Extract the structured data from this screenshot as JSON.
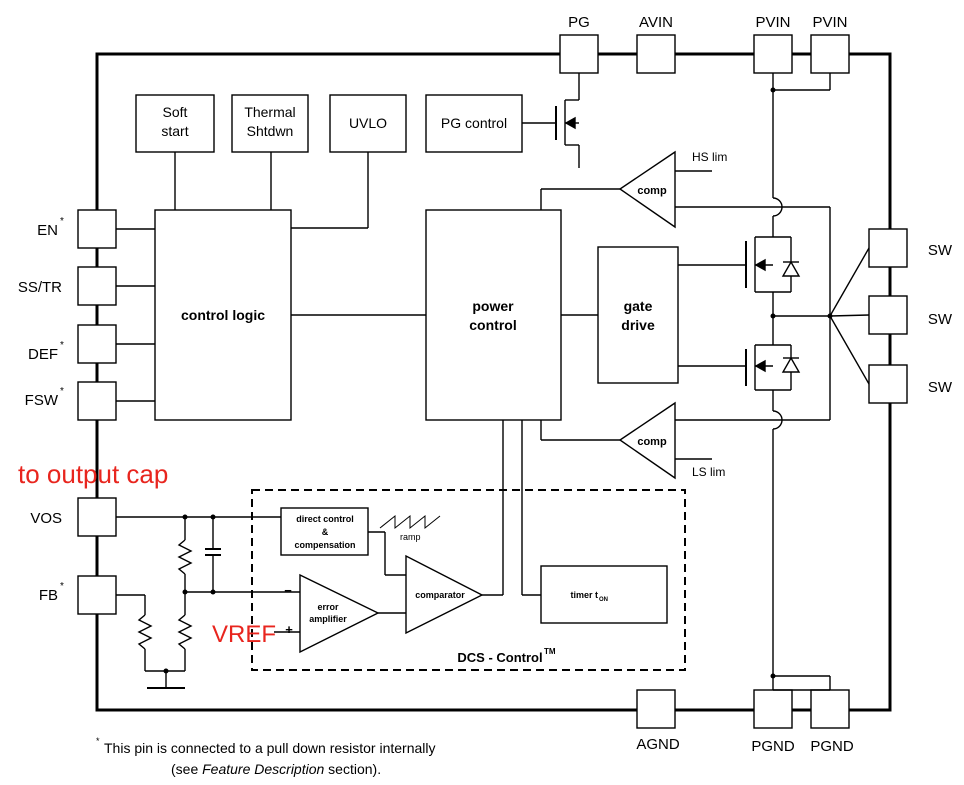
{
  "pins": {
    "top": {
      "pg": "PG",
      "avin": "AVIN",
      "pvin1": "PVIN",
      "pvin2": "PVIN"
    },
    "left": {
      "en": "EN",
      "sstr": "SS/TR",
      "def": "DEF",
      "fsw": "FSW",
      "vos": "VOS",
      "fb": "FB"
    },
    "right": {
      "sw1": "SW",
      "sw2": "SW",
      "sw3": "SW"
    },
    "bottom": {
      "agnd": "AGND",
      "pgnd1": "PGND",
      "pgnd2": "PGND"
    },
    "star": "*"
  },
  "blocks": {
    "soft_start": [
      "Soft",
      "start"
    ],
    "thermal": [
      "Thermal",
      "Shtdwn"
    ],
    "uvlo": "UVLO",
    "pg_control": "PG control",
    "control_logic": "control logic",
    "power_control": [
      "power",
      "control"
    ],
    "gate_drive": [
      "gate",
      "drive"
    ],
    "comp_hs": "comp",
    "comp_ls": "comp",
    "hs_lim": "HS lim",
    "ls_lim": "LS lim",
    "direct_control": [
      "direct control",
      "&",
      "compensation"
    ],
    "ramp": "ramp",
    "error_amp": [
      "error",
      "amplifier"
    ],
    "comparator": "comparator",
    "timer": "timer t",
    "timer_sub": "ON",
    "dcs": "DCS - Control",
    "dcs_tm": "TM",
    "minus": "−",
    "plus": "+"
  },
  "annotations": {
    "output_cap": "to output cap",
    "vref": "VREF"
  },
  "footnote": {
    "star": "*",
    "line1": "This pin is connected to a pull down resistor internally",
    "line2_pre": "(see ",
    "line2_em": "Feature Description",
    "line2_post": " section)."
  },
  "colors": {
    "annotation": "#e8251e",
    "lines": "#000000"
  }
}
